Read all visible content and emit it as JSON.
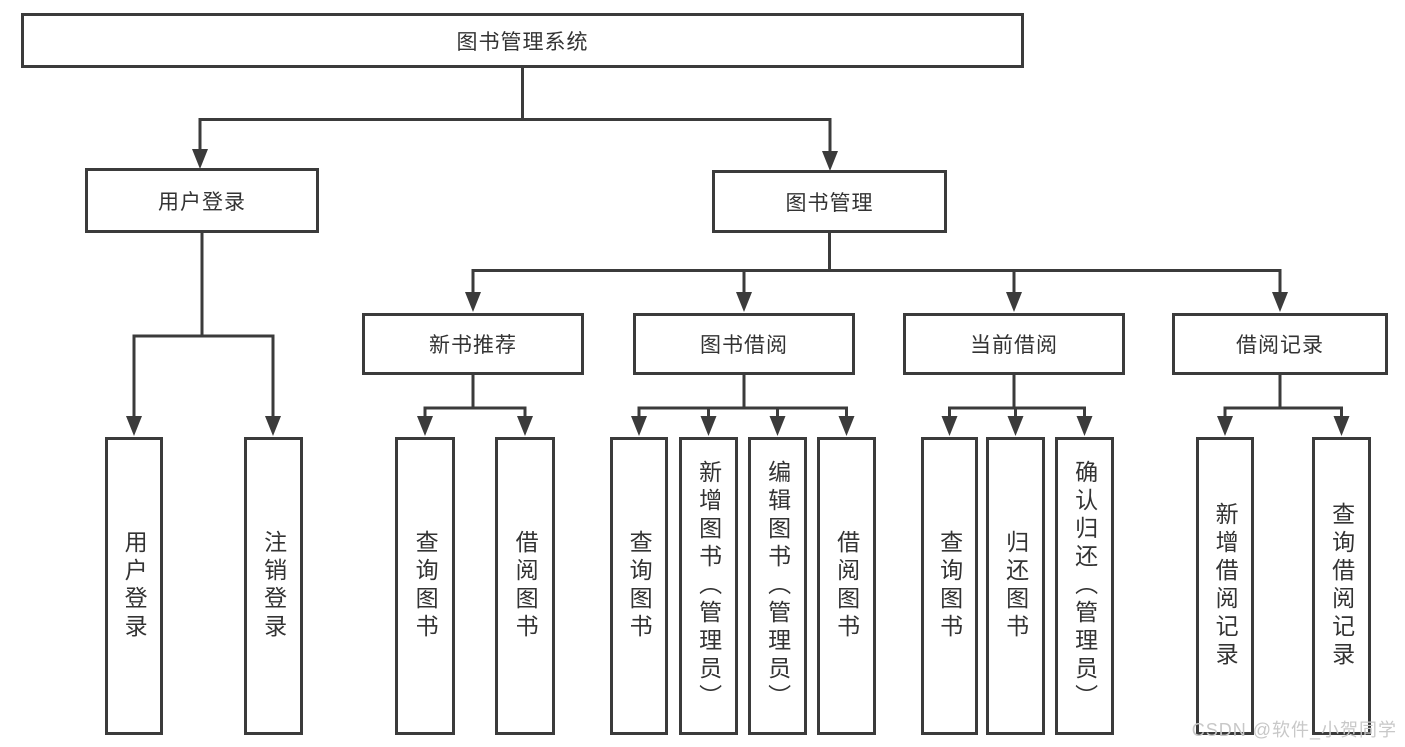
{
  "diagram_type": "hierarchy",
  "tree": {
    "label": "图书管理系统",
    "children": [
      {
        "label": "用户登录",
        "children": [
          {
            "label": "用户登录"
          },
          {
            "label": "注销登录"
          }
        ]
      },
      {
        "label": "图书管理",
        "children": [
          {
            "label": "新书推荐",
            "children": [
              {
                "label": "查询图书"
              },
              {
                "label": "借阅图书"
              }
            ]
          },
          {
            "label": "图书借阅",
            "children": [
              {
                "label": "查询图书"
              },
              {
                "label": "新增图书（管理员）"
              },
              {
                "label": "编辑图书（管理员）"
              },
              {
                "label": "借阅图书"
              }
            ]
          },
          {
            "label": "当前借阅",
            "children": [
              {
                "label": "查询图书"
              },
              {
                "label": "归还图书"
              },
              {
                "label": "确认归还（管理员）"
              }
            ]
          },
          {
            "label": "借阅记录",
            "children": [
              {
                "label": "新增借阅记录"
              },
              {
                "label": "查询借阅记录"
              }
            ]
          }
        ]
      }
    ]
  },
  "watermark": {
    "text": "CSDN @软件_小贺同学"
  },
  "colors": {
    "line": "#3b3b3b",
    "box_border": "#3b3b3b",
    "text": "#333333",
    "background": "#ffffff",
    "watermark_text": "#c8c8c8"
  }
}
